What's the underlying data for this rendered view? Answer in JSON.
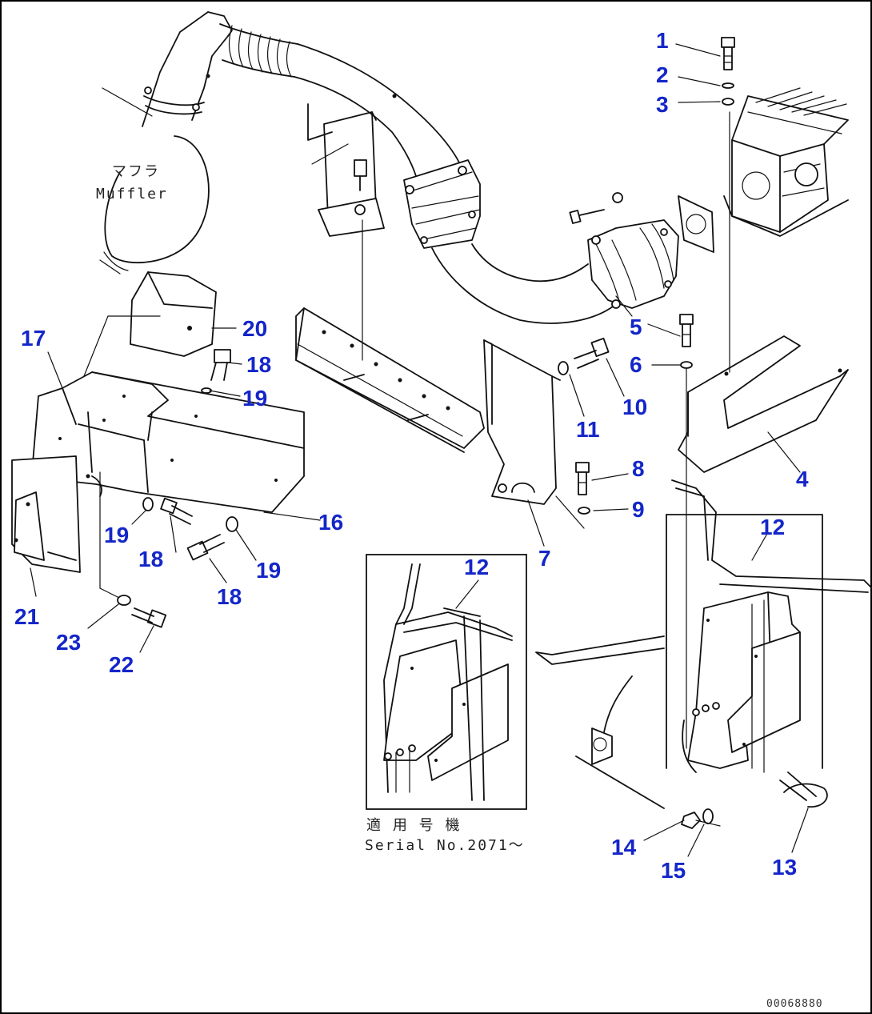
{
  "drawing": {
    "border_color": "#000000",
    "callout_color": "#1426c8",
    "drawing_code": "00068880",
    "muffler_label_jp": "マフラ",
    "muffler_label_en": "Muffler",
    "serial_label_jp": "適 用 号 機",
    "serial_label_en": "Serial No.2071～"
  },
  "callouts": [
    "1",
    "2",
    "3",
    "4",
    "5",
    "6",
    "7",
    "8",
    "9",
    "10",
    "11",
    "12",
    "12",
    "13",
    "14",
    "15",
    "16",
    "17",
    "18",
    "18",
    "18",
    "19",
    "19",
    "19",
    "20",
    "21",
    "22",
    "23"
  ]
}
